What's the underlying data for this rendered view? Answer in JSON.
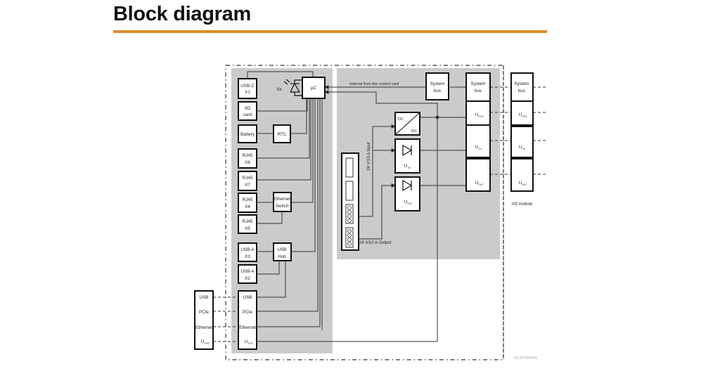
{
  "header": {
    "title": "Block diagram",
    "accent_color": "#d98e2a"
  },
  "diagram": {
    "left_blocks": {
      "usbc": [
        "USB-C",
        "X1"
      ],
      "sd": [
        "SD",
        "card"
      ],
      "battery": "Battery",
      "rtc": "RTC",
      "rj45_x8": [
        "RJ45",
        "X8"
      ],
      "rj45_x7": [
        "RJ45",
        "X7"
      ],
      "rj45_x4": [
        "RJ45",
        "X4"
      ],
      "rj45_x5": [
        "RJ45",
        "X5"
      ],
      "eth_switch": [
        "Ethernet",
        "Switch"
      ],
      "usba_x3": [
        "USB-A",
        "X3"
      ],
      "usba_x2": [
        "USB-A",
        "X2"
      ],
      "usb_hub": [
        "USB",
        "Hub"
      ],
      "uc": "µC",
      "led_label": "Sx"
    },
    "backplane_block": [
      "USB",
      "PCIe",
      "Ethernet",
      "U",
      "SYS"
    ],
    "external_block": [
      "USB",
      "PCIe",
      "Ethernet",
      "U",
      "SYS"
    ],
    "right": {
      "internal_label": "Internal from the control card",
      "system_bus_1": [
        "System",
        "bus"
      ],
      "system_bus_2": [
        "System",
        "bus"
      ],
      "dcdc_top": "DC",
      "dcdc_bottom": "DC",
      "u_in": [
        "U",
        "IN"
      ],
      "u_out": [
        "U",
        "OUT"
      ],
      "u_sys": [
        "U",
        "SYS"
      ],
      "input_label": "24 V/10 A Input",
      "output_label": "24 V/10 A Output"
    },
    "io_module": {
      "system_bus": [
        "System",
        "bus"
      ],
      "u_sys": [
        "U",
        "SYS"
      ],
      "u_in": [
        "U",
        "IN"
      ],
      "u_out": [
        "U",
        "OUT"
      ],
      "label": "I/O module"
    },
    "figure_code": "UC20-M4000"
  }
}
